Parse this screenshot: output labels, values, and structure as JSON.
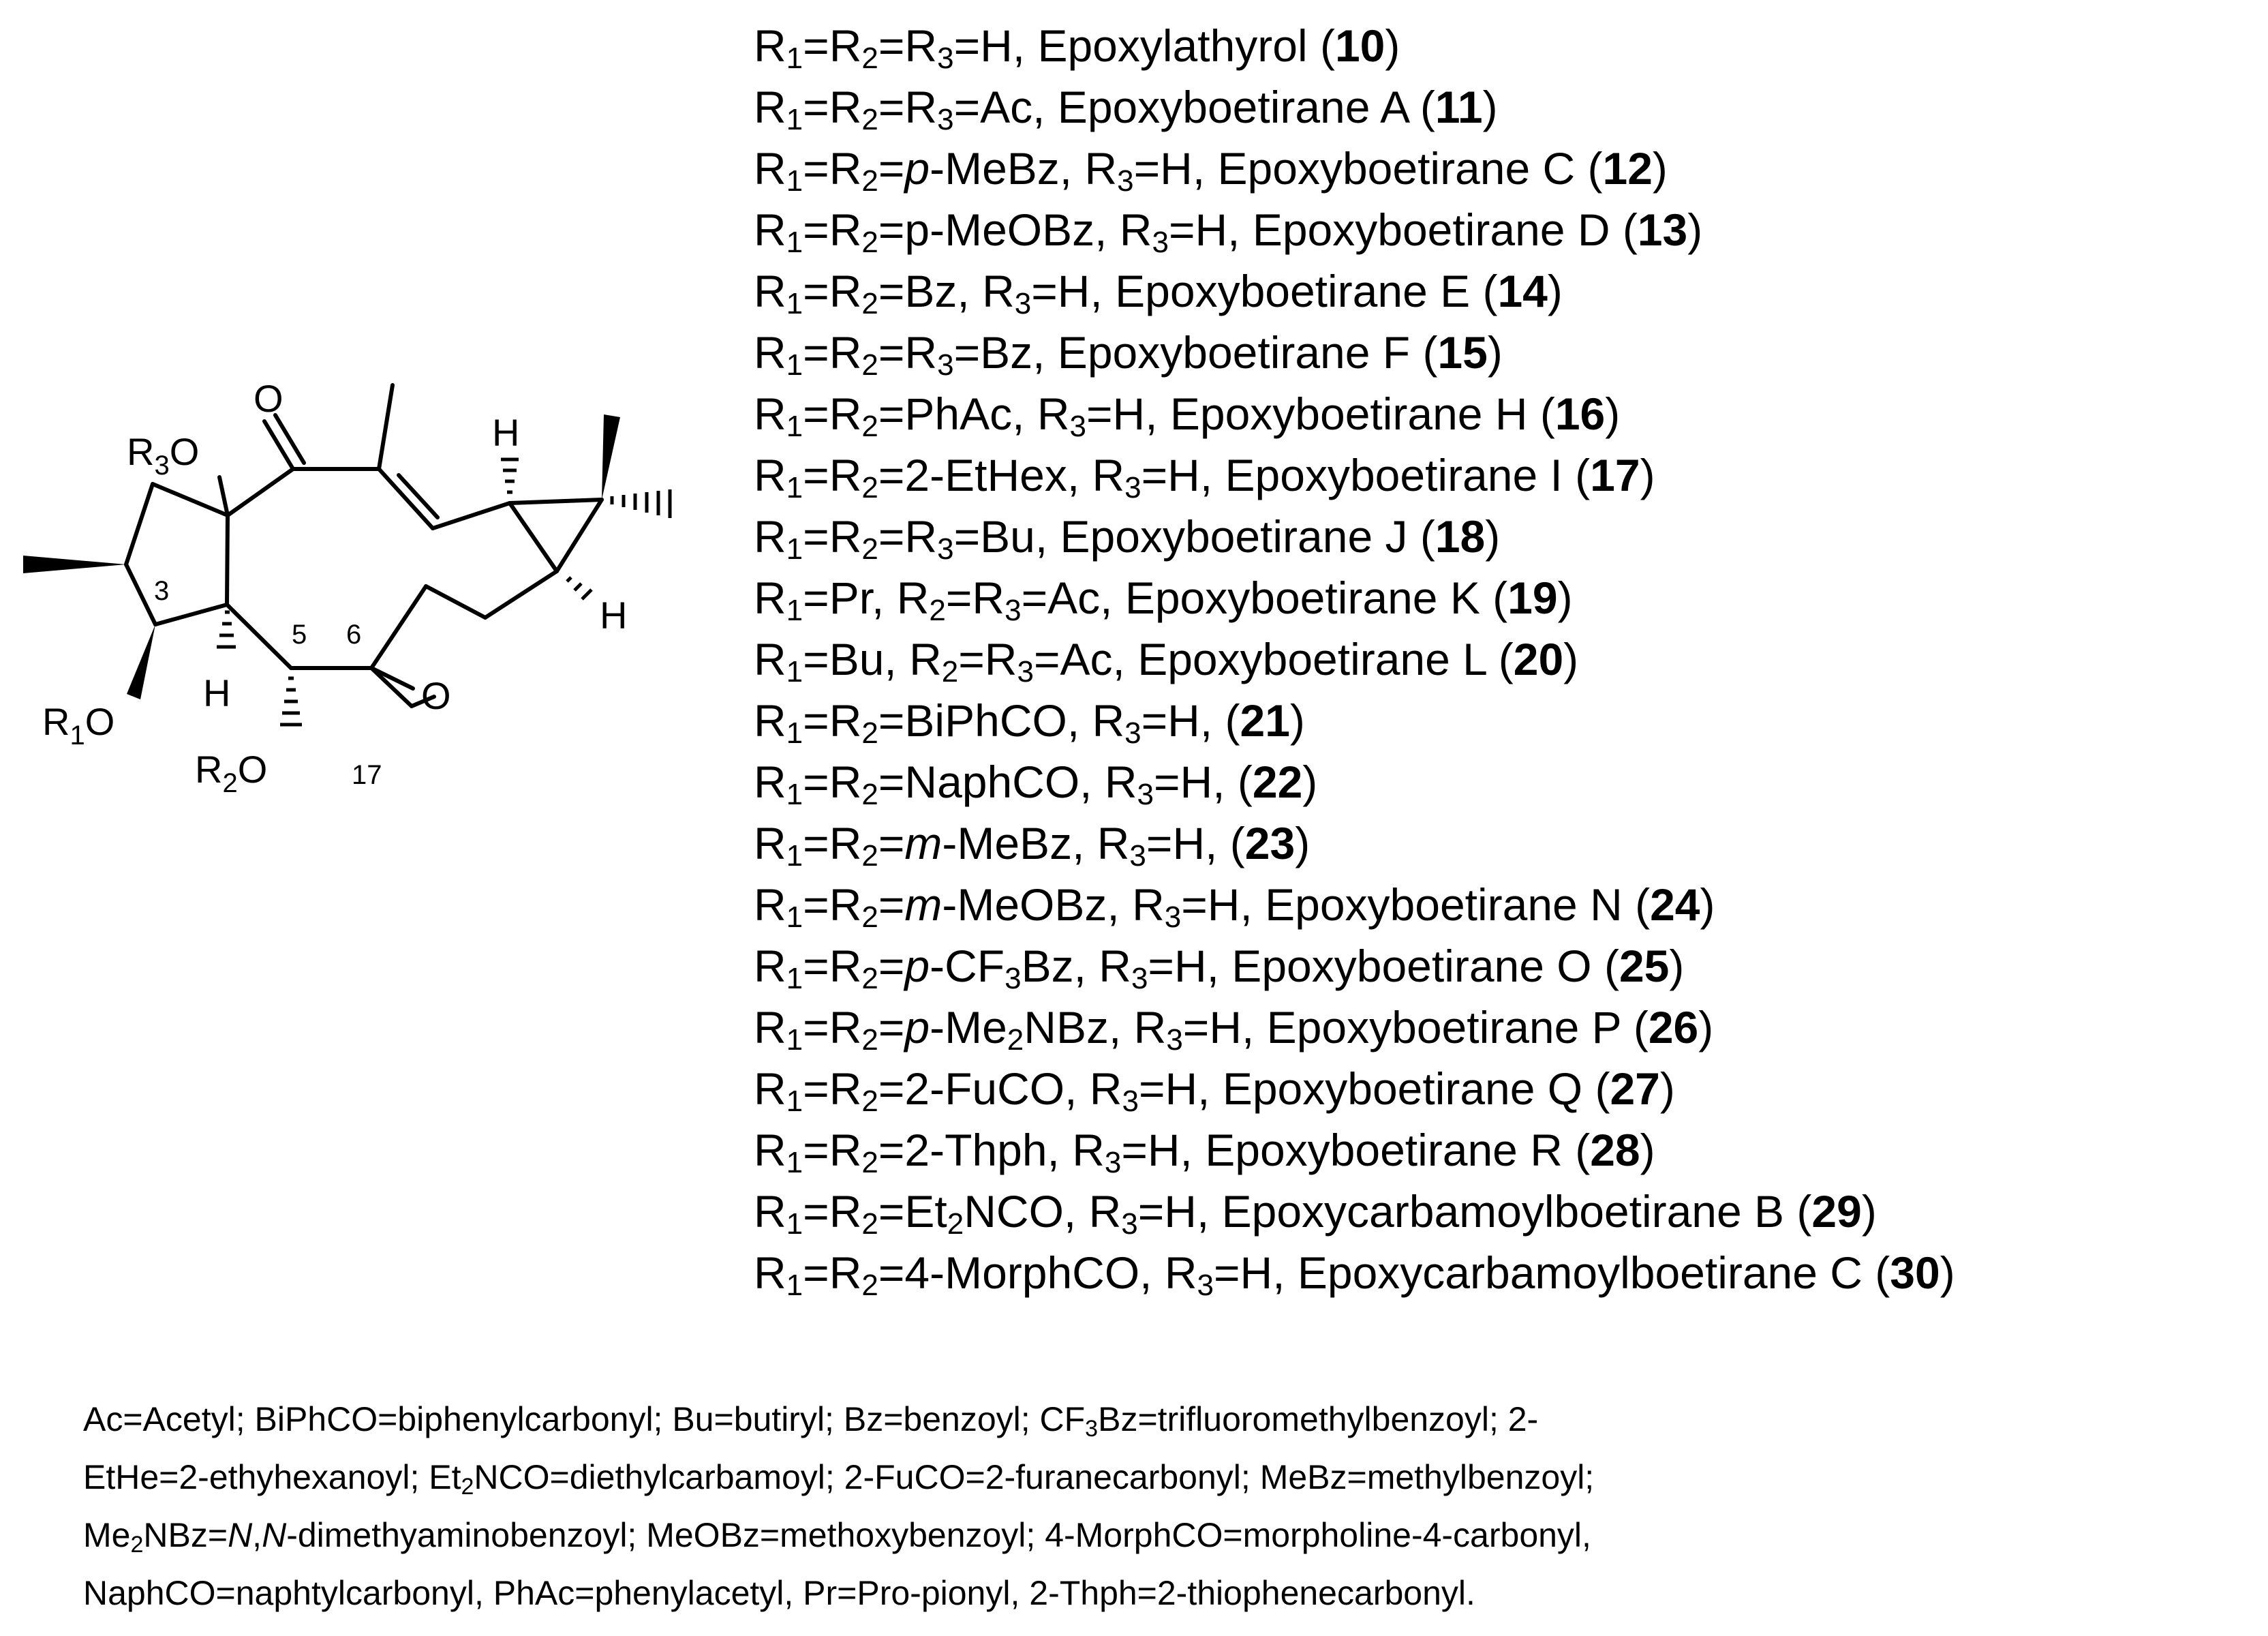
{
  "structure": {
    "atom_labels": {
      "carbonyl_o": "O",
      "r3o": [
        "R",
        "3",
        "O"
      ],
      "r1o": [
        "R",
        "1",
        "O"
      ],
      "r2o": [
        "R",
        "2",
        "O"
      ],
      "h_c4": "H",
      "h_cp_top": "H",
      "h_cp_right": "H",
      "epoxide_o": "O"
    },
    "locants": [
      "3",
      "5",
      "6",
      "17"
    ]
  },
  "compounds": [
    {
      "segments": [
        [
          "R",
          ""
        ],
        [
          "1",
          "sub"
        ],
        [
          "=R",
          ""
        ],
        [
          "2",
          "sub"
        ],
        [
          "=R",
          ""
        ],
        [
          "3",
          "sub"
        ],
        [
          "=H, Epoxylathyrol (",
          ""
        ],
        [
          "10",
          "b"
        ],
        [
          ")",
          ""
        ]
      ]
    },
    {
      "segments": [
        [
          "R",
          ""
        ],
        [
          "1",
          "sub"
        ],
        [
          "=R",
          ""
        ],
        [
          "2",
          "sub"
        ],
        [
          "=R",
          ""
        ],
        [
          "3",
          "sub"
        ],
        [
          "=Ac, Epoxyboetirane A (",
          ""
        ],
        [
          "11",
          "b"
        ],
        [
          ")",
          ""
        ]
      ]
    },
    {
      "segments": [
        [
          "R",
          ""
        ],
        [
          "1",
          "sub"
        ],
        [
          "=R",
          ""
        ],
        [
          "2",
          "sub"
        ],
        [
          "=",
          ""
        ],
        [
          "p",
          "i"
        ],
        [
          "-MeBz, R",
          ""
        ],
        [
          "3",
          "sub"
        ],
        [
          "=H, Epoxyboetirane C (",
          ""
        ],
        [
          "12",
          "b"
        ],
        [
          ")",
          ""
        ]
      ]
    },
    {
      "segments": [
        [
          "R",
          ""
        ],
        [
          "1",
          "sub"
        ],
        [
          "=R",
          ""
        ],
        [
          "2",
          "sub"
        ],
        [
          "=p-MeOBz, R",
          ""
        ],
        [
          "3",
          "sub"
        ],
        [
          "=H, Epoxyboetirane D (",
          ""
        ],
        [
          "13",
          "b"
        ],
        [
          ")",
          ""
        ]
      ]
    },
    {
      "segments": [
        [
          "R",
          ""
        ],
        [
          "1",
          "sub"
        ],
        [
          "=R",
          ""
        ],
        [
          "2",
          "sub"
        ],
        [
          "=Bz, R",
          ""
        ],
        [
          "3",
          "sub"
        ],
        [
          "=H, Epoxyboetirane E (",
          ""
        ],
        [
          "14",
          "b"
        ],
        [
          ")",
          ""
        ]
      ]
    },
    {
      "segments": [
        [
          "R",
          ""
        ],
        [
          "1",
          "sub"
        ],
        [
          "=R",
          ""
        ],
        [
          "2",
          "sub"
        ],
        [
          "=R",
          ""
        ],
        [
          "3",
          "sub"
        ],
        [
          "=Bz, Epoxyboetirane F (",
          ""
        ],
        [
          "15",
          "b"
        ],
        [
          ")",
          ""
        ]
      ]
    },
    {
      "segments": [
        [
          "R",
          ""
        ],
        [
          "1",
          "sub"
        ],
        [
          "=R",
          ""
        ],
        [
          "2",
          "sub"
        ],
        [
          "=PhAc, R",
          ""
        ],
        [
          "3",
          "sub"
        ],
        [
          "=H, Epoxyboetirane H (",
          ""
        ],
        [
          "16",
          "b"
        ],
        [
          ")",
          ""
        ]
      ]
    },
    {
      "segments": [
        [
          "R",
          ""
        ],
        [
          "1",
          "sub"
        ],
        [
          "=R",
          ""
        ],
        [
          "2",
          "sub"
        ],
        [
          "=2-EtHex, R",
          ""
        ],
        [
          "3",
          "sub"
        ],
        [
          "=H, Epoxyboetirane I (",
          ""
        ],
        [
          "17",
          "b"
        ],
        [
          ")",
          ""
        ]
      ]
    },
    {
      "segments": [
        [
          "R",
          ""
        ],
        [
          "1",
          "sub"
        ],
        [
          "=R",
          ""
        ],
        [
          "2",
          "sub"
        ],
        [
          "=R",
          ""
        ],
        [
          "3",
          "sub"
        ],
        [
          "=Bu, Epoxyboetirane J (",
          ""
        ],
        [
          "18",
          "b"
        ],
        [
          ")",
          ""
        ]
      ]
    },
    {
      "segments": [
        [
          "R",
          ""
        ],
        [
          "1",
          "sub"
        ],
        [
          "=Pr, R",
          ""
        ],
        [
          "2",
          "sub"
        ],
        [
          "=R",
          ""
        ],
        [
          "3",
          "sub"
        ],
        [
          "=Ac, Epoxyboetirane K (",
          ""
        ],
        [
          "19",
          "b"
        ],
        [
          ")",
          ""
        ]
      ]
    },
    {
      "segments": [
        [
          "R",
          ""
        ],
        [
          "1",
          "sub"
        ],
        [
          "=Bu, R",
          ""
        ],
        [
          "2",
          "sub"
        ],
        [
          "=R",
          ""
        ],
        [
          "3",
          "sub"
        ],
        [
          "=Ac, Epoxyboetirane L (",
          ""
        ],
        [
          "20",
          "b"
        ],
        [
          ")",
          ""
        ]
      ]
    },
    {
      "segments": [
        [
          "R",
          ""
        ],
        [
          "1",
          "sub"
        ],
        [
          "=R",
          ""
        ],
        [
          "2",
          "sub"
        ],
        [
          "=BiPhCO, R",
          ""
        ],
        [
          "3",
          "sub"
        ],
        [
          "=H, (",
          ""
        ],
        [
          "21",
          "b"
        ],
        [
          ")",
          ""
        ]
      ]
    },
    {
      "segments": [
        [
          "R",
          ""
        ],
        [
          "1",
          "sub"
        ],
        [
          "=R",
          ""
        ],
        [
          "2",
          "sub"
        ],
        [
          "=NaphCO, R",
          ""
        ],
        [
          "3",
          "sub"
        ],
        [
          "=H, (",
          ""
        ],
        [
          "22",
          "b"
        ],
        [
          ")",
          ""
        ]
      ]
    },
    {
      "segments": [
        [
          "R",
          ""
        ],
        [
          "1",
          "sub"
        ],
        [
          "=R",
          ""
        ],
        [
          "2",
          "sub"
        ],
        [
          "=",
          ""
        ],
        [
          "m",
          "i"
        ],
        [
          "-MeBz, R",
          ""
        ],
        [
          "3",
          "sub"
        ],
        [
          "=H, (",
          ""
        ],
        [
          "23",
          "b"
        ],
        [
          ")",
          ""
        ]
      ]
    },
    {
      "segments": [
        [
          "R",
          ""
        ],
        [
          "1",
          "sub"
        ],
        [
          "=R",
          ""
        ],
        [
          "2",
          "sub"
        ],
        [
          "=",
          ""
        ],
        [
          "m",
          "i"
        ],
        [
          "-MeOBz, R",
          ""
        ],
        [
          "3",
          "sub"
        ],
        [
          "=H, Epoxyboetirane N (",
          ""
        ],
        [
          "24",
          "b"
        ],
        [
          ")",
          ""
        ]
      ]
    },
    {
      "segments": [
        [
          "R",
          ""
        ],
        [
          "1",
          "sub"
        ],
        [
          "=R",
          ""
        ],
        [
          "2",
          "sub"
        ],
        [
          "=",
          ""
        ],
        [
          "p",
          "i"
        ],
        [
          "-CF",
          ""
        ],
        [
          "3",
          "sub"
        ],
        [
          "Bz, R",
          ""
        ],
        [
          "3",
          "sub"
        ],
        [
          "=H, Epoxyboetirane O (",
          ""
        ],
        [
          "25",
          "b"
        ],
        [
          ")",
          ""
        ]
      ]
    },
    {
      "segments": [
        [
          "R",
          ""
        ],
        [
          "1",
          "sub"
        ],
        [
          "=R",
          ""
        ],
        [
          "2",
          "sub"
        ],
        [
          "=",
          ""
        ],
        [
          "p",
          "i"
        ],
        [
          "-Me",
          ""
        ],
        [
          "2",
          "sub"
        ],
        [
          "NBz, R",
          ""
        ],
        [
          "3",
          "sub"
        ],
        [
          "=H, Epoxyboetirane P (",
          ""
        ],
        [
          "26",
          "b"
        ],
        [
          ")",
          ""
        ]
      ]
    },
    {
      "segments": [
        [
          "R",
          ""
        ],
        [
          "1",
          "sub"
        ],
        [
          "=R",
          ""
        ],
        [
          "2",
          "sub"
        ],
        [
          "=2-FuCO, R",
          ""
        ],
        [
          "3",
          "sub"
        ],
        [
          "=H, Epoxyboetirane Q (",
          ""
        ],
        [
          "27",
          "b"
        ],
        [
          ")",
          ""
        ]
      ]
    },
    {
      "segments": [
        [
          "R",
          ""
        ],
        [
          "1",
          "sub"
        ],
        [
          "=R",
          ""
        ],
        [
          "2",
          "sub"
        ],
        [
          "=2-Thph, R",
          ""
        ],
        [
          "3",
          "sub"
        ],
        [
          "=H, Epoxyboetirane R (",
          ""
        ],
        [
          "28",
          "b"
        ],
        [
          ")",
          ""
        ]
      ]
    },
    {
      "segments": [
        [
          "R",
          ""
        ],
        [
          "1",
          "sub"
        ],
        [
          "=R",
          ""
        ],
        [
          "2",
          "sub"
        ],
        [
          "=Et",
          ""
        ],
        [
          "2",
          "sub"
        ],
        [
          "NCO, R",
          ""
        ],
        [
          "3",
          "sub"
        ],
        [
          "=H, Epoxycarbamoylboetirane B (",
          ""
        ],
        [
          "29",
          "b"
        ],
        [
          ")",
          ""
        ]
      ]
    },
    {
      "segments": [
        [
          "R",
          ""
        ],
        [
          "1",
          "sub"
        ],
        [
          "=R",
          ""
        ],
        [
          "2",
          "sub"
        ],
        [
          "=4-MorphCO, R",
          ""
        ],
        [
          "3",
          "sub"
        ],
        [
          "=H, Epoxycarbamoylboetirane C (",
          ""
        ],
        [
          "30",
          "b"
        ],
        [
          ")",
          ""
        ]
      ]
    }
  ],
  "legend": [
    {
      "segments": [
        [
          "Ac=Acetyl;  BiPhCO=biphenylcarbonyl;  Bu=butiryl;  Bz=benzoyl;  CF",
          ""
        ],
        [
          "3",
          "sub"
        ],
        [
          "Bz=trifluoromethylbenzoyl;  2-",
          ""
        ]
      ]
    },
    {
      "segments": [
        [
          "EtHe=2-ethyhexanoyl; Et",
          ""
        ],
        [
          "2",
          "sub"
        ],
        [
          "NCO=diethylcarbamoyl; 2-FuCO=2-furanecarbonyl; MeBz=methylbenzoyl;",
          ""
        ]
      ]
    },
    {
      "segments": [
        [
          "Me",
          ""
        ],
        [
          "2",
          "sub"
        ],
        [
          "NBz=",
          ""
        ],
        [
          "N",
          "i"
        ],
        [
          ",",
          ""
        ],
        [
          "N",
          "i"
        ],
        [
          "-dimethyaminobenzoyl; MeOBz=methoxybenzoyl; 4-MorphCO=morpholine-4-carbonyl,",
          ""
        ]
      ]
    },
    {
      "segments": [
        [
          "NaphCO=naphtylcarbonyl, PhAc=phenylacetyl, Pr=Pro-pionyl, 2-Thph=2-thiophenecarbonyl.",
          ""
        ]
      ]
    }
  ]
}
